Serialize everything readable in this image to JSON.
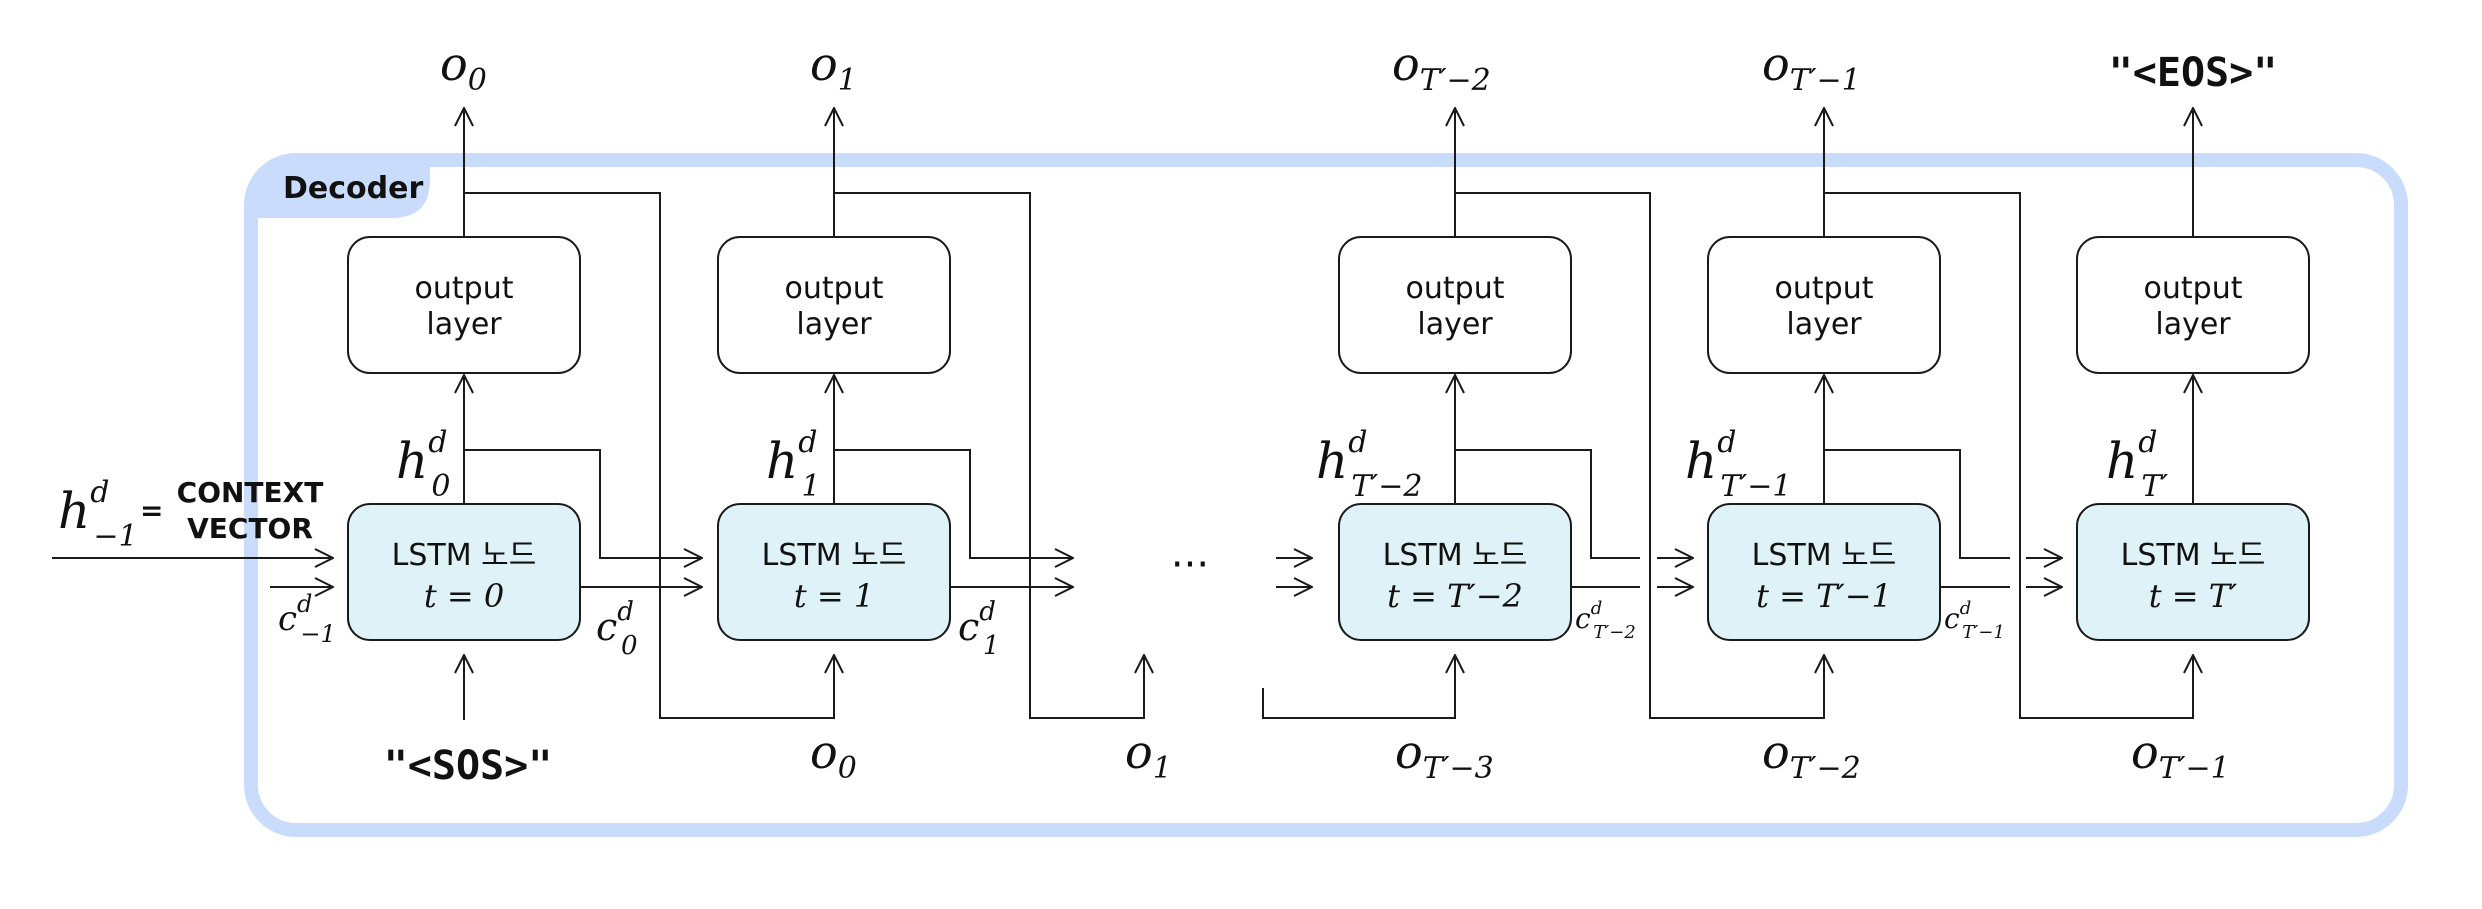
{
  "decoder_label": "Decoder",
  "context_vector": {
    "h_base": "h",
    "h_sup": "d",
    "h_sub": "−1",
    "equals": "=",
    "line1": "CONTEXT",
    "line2": "VECTOR"
  },
  "initial_cell": {
    "base": "c",
    "sup": "d",
    "sub": "−1"
  },
  "sos_token": "\"<SOS>\"",
  "eos_token": "\"<EOS>\"",
  "ellipsis": "···",
  "output_layer_line1": "output",
  "output_layer_line2": "layer",
  "lstm_label": "LSTM 노드",
  "steps": [
    {
      "t_label": "t = 0",
      "h_base": "h",
      "h_sup": "d",
      "h_sub": "0",
      "out_base": "o",
      "out_sub": "0",
      "c_base": "c",
      "c_sup": "d",
      "c_sub": "0"
    },
    {
      "t_label": "t = 1",
      "h_base": "h",
      "h_sup": "d",
      "h_sub": "1",
      "out_base": "o",
      "out_sub": "1",
      "c_base": "c",
      "c_sup": "d",
      "c_sub": "1"
    },
    {
      "t_label": "t = T′−2",
      "h_base": "h",
      "h_sup": "d",
      "h_sub": "T′−2",
      "out_base": "o",
      "out_sub": "T′−2",
      "c_base": "c",
      "c_sup": "d",
      "c_sub": "T′−2"
    },
    {
      "t_label": "t = T′−1",
      "h_base": "h",
      "h_sup": "d",
      "h_sub": "T′−1",
      "out_base": "o",
      "out_sub": "T′−1",
      "c_base": "c",
      "c_sup": "d",
      "c_sub": "T′−1"
    },
    {
      "t_label": "t = T′",
      "h_base": "h",
      "h_sup": "d",
      "h_sub": "T′"
    }
  ],
  "bottom_inputs": [
    {
      "base": "o",
      "sub": "0"
    },
    {
      "base": "o",
      "sub": "1"
    },
    {
      "base": "o",
      "sub": "T′−3"
    },
    {
      "base": "o",
      "sub": "T′−2"
    },
    {
      "base": "o",
      "sub": "T′−1"
    }
  ]
}
